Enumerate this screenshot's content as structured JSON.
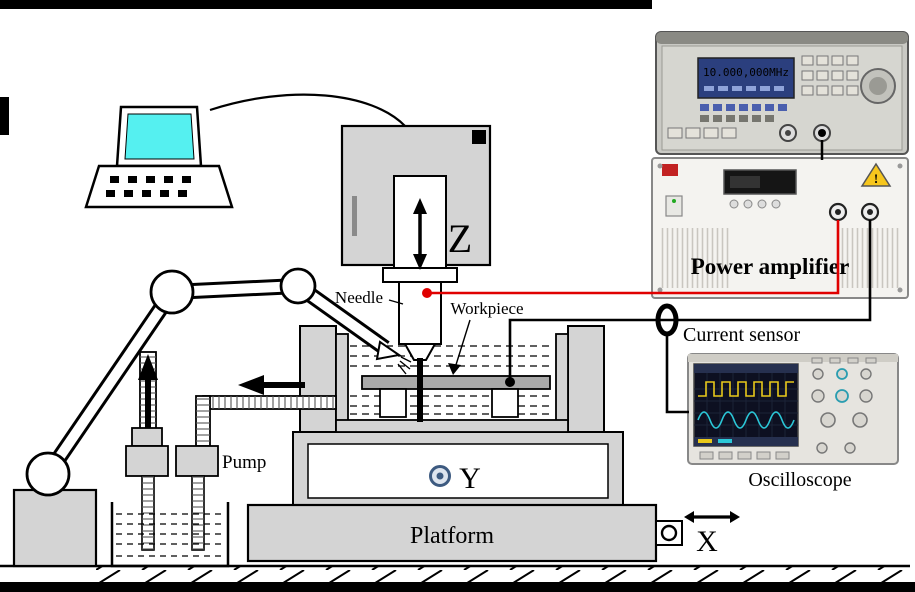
{
  "diagram": {
    "labels": {
      "z": "Z",
      "needle": "Needle",
      "workpiece": "Workpiece",
      "y": "Y",
      "x": "X",
      "platform": "Platform",
      "pump": "Pump",
      "power_amplifier": "Power amplifier",
      "current_sensor": "Current sensor",
      "oscilloscope": "Oscilloscope"
    },
    "function_generator": {
      "display_value": "10.000,000MHz"
    },
    "power_amplifier": {
      "warning_mark": "!"
    },
    "colors": {
      "wire_red": "#e00000",
      "laptop_screen_cyan": "#55f0f0",
      "machine_gray": "#d4d4d4",
      "workpiece_gray": "#a9a9a9",
      "waveform_yellow": "#e8c81a",
      "waveform_cyan": "#2bc8d8",
      "warning_yellow": "#f6c61d",
      "lcd_blue": "#2b3f7e"
    }
  }
}
